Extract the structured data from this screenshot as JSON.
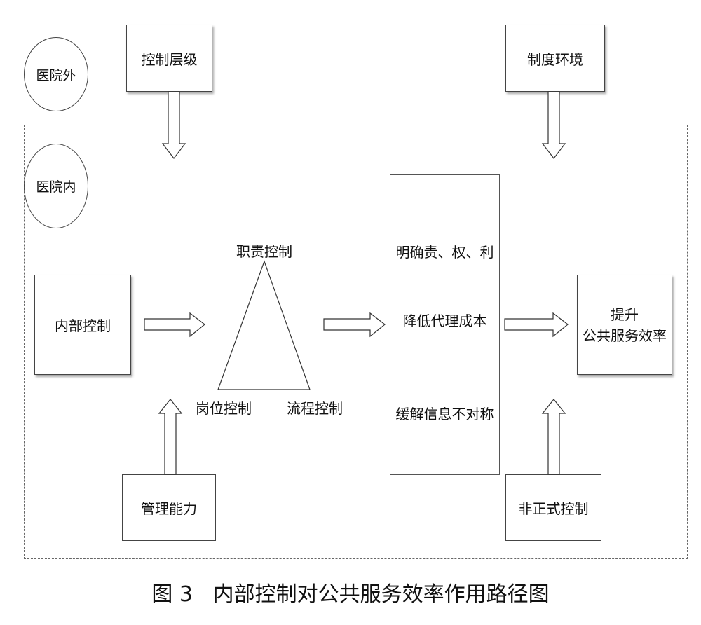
{
  "outside_label": "医院外",
  "inside_label": "医院内",
  "control_level": "控制层级",
  "institutional_env": "制度环境",
  "internal_control": "内部控制",
  "triangle": {
    "top": "职责控制",
    "left": "岗位控制",
    "right": "流程控制"
  },
  "mechanisms": [
    "明确责、权、利",
    "降低代理成本",
    "缓解信息不对称"
  ],
  "outcome": {
    "line1": "提升",
    "line2": "公共服务效率"
  },
  "management_ability": "管理能力",
  "informal_control": "非正式控制",
  "caption": "图 3   内部控制对公共服务效率作用路径图"
}
